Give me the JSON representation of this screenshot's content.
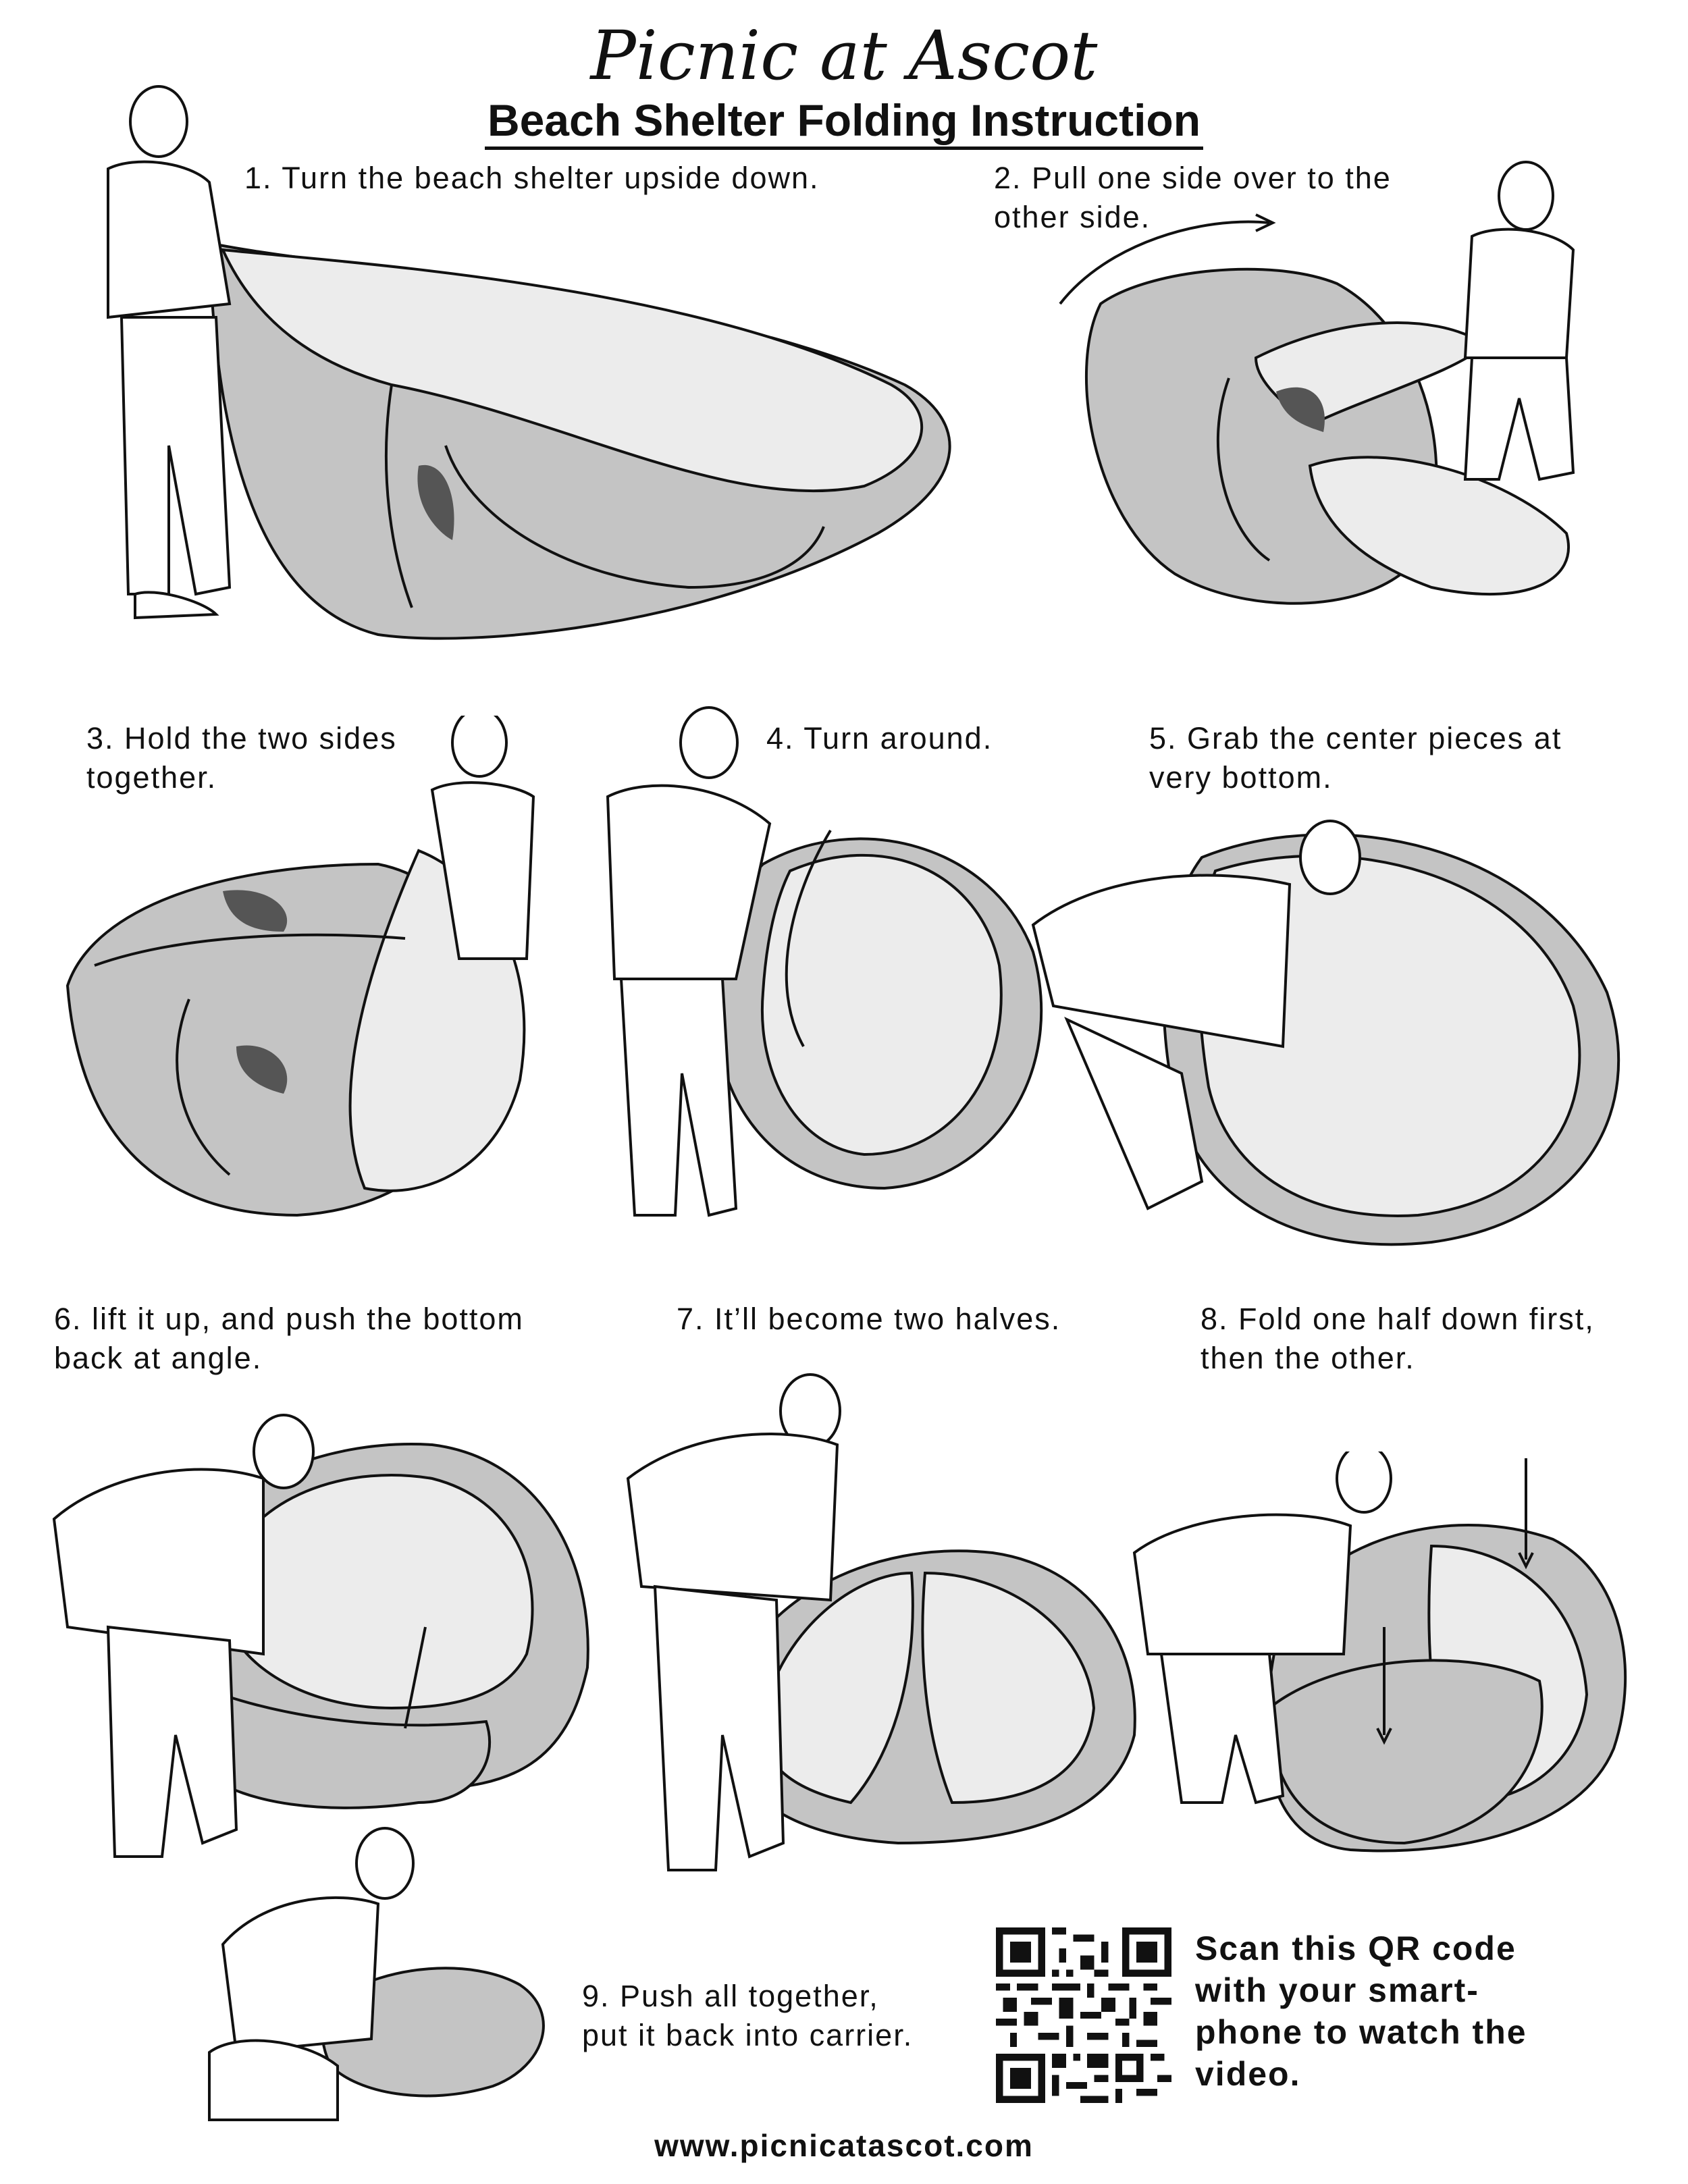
{
  "header": {
    "brand": "Picnic at Ascot",
    "title": "Beach Shelter Folding Instruction"
  },
  "steps": [
    {
      "line1": "1. Turn the beach shelter upside down.",
      "line2": ""
    },
    {
      "line1": "2. Pull one side over to the",
      "line2": "other side."
    },
    {
      "line1": "3. Hold the two sides",
      "line2": "together."
    },
    {
      "line1": "4. Turn around.",
      "line2": ""
    },
    {
      "line1": "5. Grab the center pieces at",
      "line2": "very bottom."
    },
    {
      "line1": "6. lift it up, and push the bottom",
      "line2": "back at angle."
    },
    {
      "line1": "7. It’ll become two halves.",
      "line2": ""
    },
    {
      "line1": "8. Fold one half down first,",
      "line2": "then the other."
    },
    {
      "line1": "9. Push all together,",
      "line2": "put it back into carrier."
    }
  ],
  "qr": {
    "line1": "Scan this QR code",
    "line2": "with your smart-",
    "line3": "phone to watch the",
    "line4": "video."
  },
  "footer": {
    "url": "www.picnicatascot.com"
  }
}
